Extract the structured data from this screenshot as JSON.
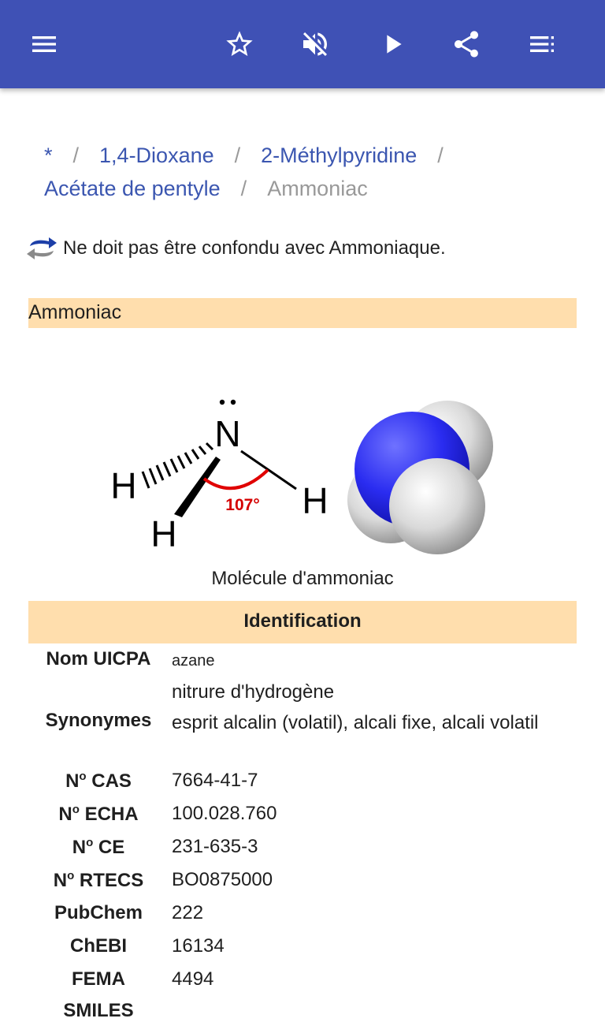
{
  "toolbar": {
    "icons": [
      "menu-icon",
      "star-icon",
      "volume-off-icon",
      "play-icon",
      "share-icon",
      "playlist-icon"
    ],
    "accent": "#3f51b5"
  },
  "breadcrumb": {
    "items": [
      "*",
      "1,4-Dioxane",
      "2-Méthylpyridine",
      "Acétate de pentyle"
    ],
    "separator": "/",
    "current": "Ammoniac"
  },
  "note": {
    "text": "Ne doit pas être confondu avec Ammoniaque."
  },
  "article": {
    "title": "Ammoniac",
    "title_bg": "#ffdead"
  },
  "figure": {
    "atom_n": "N",
    "atom_h1": "H",
    "atom_h2": "H",
    "atom_h3": "H",
    "angle": "107°",
    "caption": "Molécule d'ammoniac"
  },
  "infobox": {
    "header": "Identification",
    "rows": [
      {
        "key": "Nom UICPA",
        "value": "azane"
      },
      {
        "key": "Synonymes",
        "value_1": "nitrure d'hydrogène",
        "value_2": "esprit alcalin (volatil), alcali fixe, alcali volatil"
      },
      {
        "key_prefix": "N",
        "key_sup": "o",
        "key_rest": " CAS",
        "value": "7664-41-7"
      },
      {
        "key_prefix": "N",
        "key_sup": "o",
        "key_rest": " ECHA",
        "value": "100.028.760"
      },
      {
        "key_prefix": "N",
        "key_sup": "o",
        "key_rest": " CE",
        "value": "231-635-3"
      },
      {
        "key_prefix": "N",
        "key_sup": "o",
        "key_rest": " RTECS",
        "value": "BO0875000"
      },
      {
        "key": "PubChem",
        "value": "222"
      },
      {
        "key": "ChEBI",
        "value": "16134"
      },
      {
        "key": "FEMA",
        "value": "4494"
      },
      {
        "key": "SMILES",
        "value": ""
      }
    ]
  }
}
